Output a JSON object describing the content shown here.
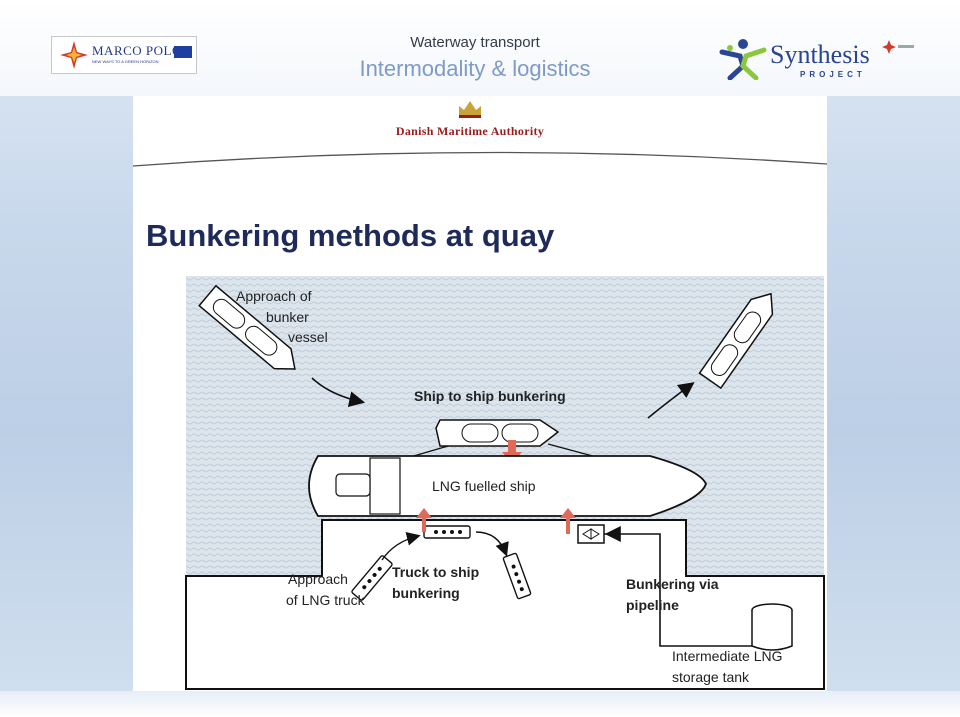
{
  "header": {
    "marco_polo_logo": "MARCO POLO",
    "marco_polo_tagline": "NEW WAYS TO A GREEN HORIZON",
    "title": "Waterway transport",
    "subtitle": "Intermodality & logistics",
    "synthesis_logo": "Synthesis",
    "synthesis_sub": "PROJECT"
  },
  "slide": {
    "authority": "Danish Maritime Authority",
    "title": "Bunkering methods at quay",
    "labels": {
      "approach_bunker_line1": "Approach of",
      "approach_bunker_line2": "bunker",
      "approach_bunker_line3": "vessel",
      "ship_to_ship": "Ship to ship  bunkering",
      "lng_fuelled_ship": "LNG fuelled ship",
      "approach_truck_line1": "Approach",
      "approach_truck_line2": "of LNG truck",
      "truck_to_ship_line1": "Truck to ship",
      "truck_to_ship_line2": "bunkering",
      "pipeline_line1": "Bunkering via",
      "pipeline_line2": "pipeline",
      "storage_line1": "Intermediate LNG",
      "storage_line2": "storage tank"
    }
  },
  "colors": {
    "title_blue": "#1e2a5a",
    "authority_red": "#9b1b1b",
    "transfer_arrow": "#e06a5a",
    "water": "#d7dfe8"
  }
}
